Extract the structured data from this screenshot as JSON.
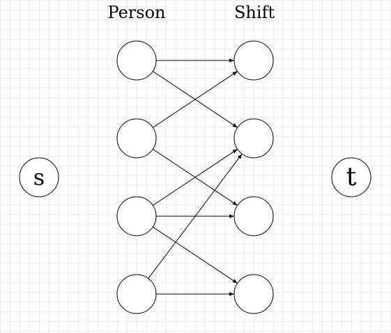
{
  "labels": {
    "left_column": "Person",
    "right_column": "Shift"
  },
  "nodes": [
    {
      "id": "s",
      "label": "s",
      "group": "source"
    },
    {
      "id": "t",
      "label": "t",
      "group": "sink"
    },
    {
      "id": "p1",
      "label": "",
      "group": "person"
    },
    {
      "id": "p2",
      "label": "",
      "group": "person"
    },
    {
      "id": "p3",
      "label": "",
      "group": "person"
    },
    {
      "id": "p4",
      "label": "",
      "group": "person"
    },
    {
      "id": "h1",
      "label": "",
      "group": "shift"
    },
    {
      "id": "h2",
      "label": "",
      "group": "shift"
    },
    {
      "id": "h3",
      "label": "",
      "group": "shift"
    },
    {
      "id": "h4",
      "label": "",
      "group": "shift"
    }
  ],
  "edges": [
    {
      "from": "p1",
      "to": "h1"
    },
    {
      "from": "p1",
      "to": "h2"
    },
    {
      "from": "p2",
      "to": "h1"
    },
    {
      "from": "p2",
      "to": "h3"
    },
    {
      "from": "p3",
      "to": "h2"
    },
    {
      "from": "p3",
      "to": "h3"
    },
    {
      "from": "p3",
      "to": "h4"
    },
    {
      "from": "p4",
      "to": "h2"
    },
    {
      "from": "p4",
      "to": "h4"
    }
  ],
  "colors": {
    "stroke": "#000000",
    "node_fill": "#ffffff",
    "grid": "#ebebeb"
  }
}
